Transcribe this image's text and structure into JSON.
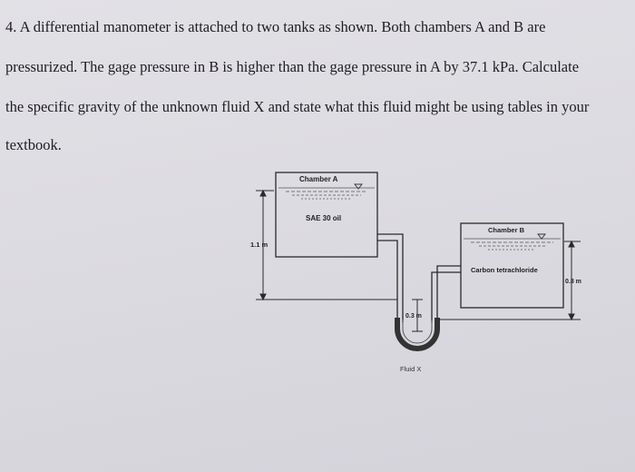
{
  "problem": {
    "lines": [
      "4. A differential manometer is attached to two tanks as shown. Both chambers A and B are",
      "pressurized. The gage pressure in B is higher than the gage pressure in A by 37.1 kPa. Calculate",
      "the specific gravity of the unknown fluid X and state what this fluid might be using tables in your",
      "textbook."
    ]
  },
  "diagram": {
    "chamber_a_label": "Chamber A",
    "chamber_a_fluid": "SAE 30 oil",
    "chamber_b_label": "Chamber B",
    "chamber_b_fluid": "Carbon tetrachloride",
    "dim_a": "1.1 m",
    "dim_b": "0.8 m",
    "dim_u": "0.3 m",
    "fluid_x_label": "Fluid X"
  }
}
